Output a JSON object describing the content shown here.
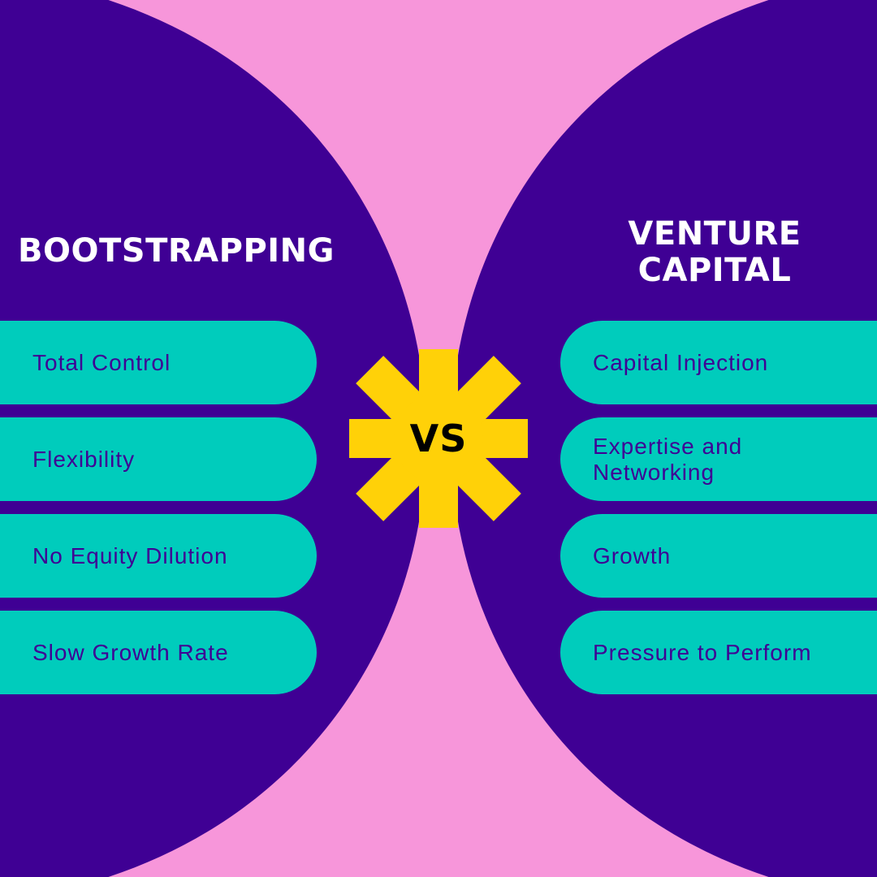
{
  "colors": {
    "background": "#F796DA",
    "panel": "#3F0094",
    "pill": "#00CCBC",
    "pill_text": "#3F0094",
    "heading": "#FFFFFF",
    "badge": "#FFD108",
    "badge_text": "#000000"
  },
  "left": {
    "title": "BOOTSTRAPPING",
    "items": [
      "Total Control",
      "Flexibility",
      "No Equity Dilution",
      "Slow Growth Rate"
    ]
  },
  "right": {
    "title": "VENTURE CAPITAL",
    "items": [
      "Capital Injection",
      "Expertise and Networking",
      "Growth",
      "Pressure to Perform"
    ]
  },
  "badge": {
    "label": "VS",
    "icon": "asterisk-burst-icon"
  }
}
